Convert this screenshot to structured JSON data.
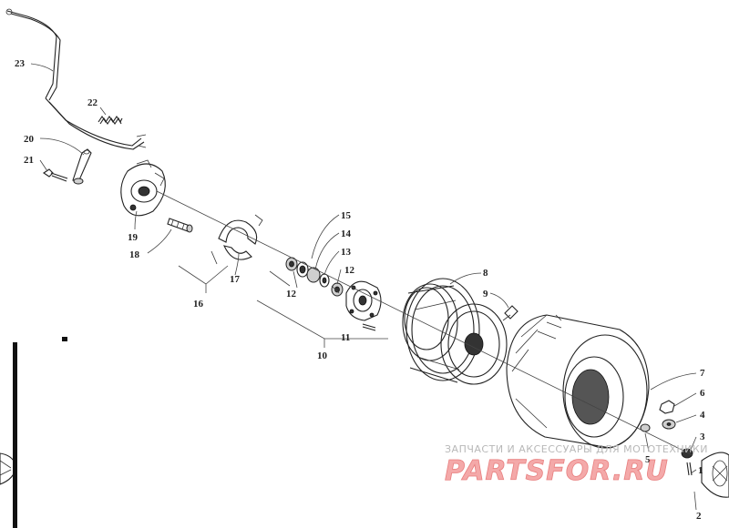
{
  "callouts": [
    {
      "id": "c23",
      "label": "23"
    },
    {
      "id": "c22",
      "label": "22"
    },
    {
      "id": "c20",
      "label": "20"
    },
    {
      "id": "c21",
      "label": "21"
    },
    {
      "id": "c19",
      "label": "19"
    },
    {
      "id": "c18",
      "label": "18"
    },
    {
      "id": "c17",
      "label": "17"
    },
    {
      "id": "c16",
      "label": "16"
    },
    {
      "id": "c15",
      "label": "15"
    },
    {
      "id": "c14",
      "label": "14"
    },
    {
      "id": "c13",
      "label": "13"
    },
    {
      "id": "c12a",
      "label": "12"
    },
    {
      "id": "c12b",
      "label": "12"
    },
    {
      "id": "c11",
      "label": "11"
    },
    {
      "id": "c10",
      "label": "10"
    },
    {
      "id": "c8",
      "label": "8"
    },
    {
      "id": "c9",
      "label": "9"
    },
    {
      "id": "c7",
      "label": "7"
    },
    {
      "id": "c6",
      "label": "6"
    },
    {
      "id": "c5",
      "label": "5"
    },
    {
      "id": "c4",
      "label": "4"
    },
    {
      "id": "c3",
      "label": "3"
    },
    {
      "id": "c2",
      "label": "2"
    },
    {
      "id": "c1",
      "label": "1"
    }
  ],
  "watermark": {
    "tagline": "ЗАПЧАСТИ И АКСЕССУАРЫ ДЛЯ МОТОТЕХНИКИ",
    "brand": "PARTSFOR.RU"
  }
}
